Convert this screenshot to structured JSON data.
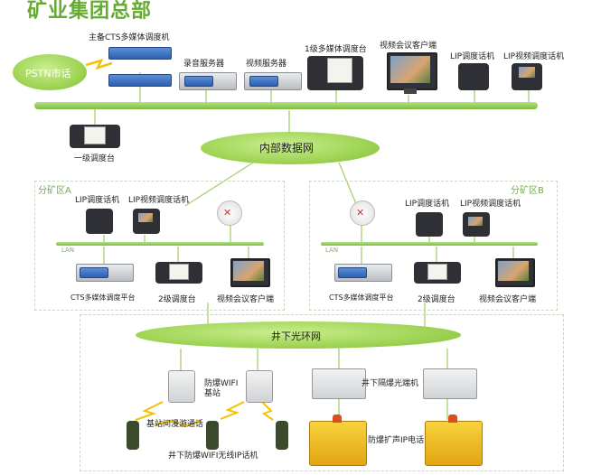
{
  "title": "矿业集团总部",
  "cloud_pstn": "PSTN市话",
  "top_labels": {
    "cts_main": "主备CTS多媒体调度机",
    "recording_server": "录音服务器",
    "video_server": "视频服务器",
    "console_level1": "1级多媒体调度台",
    "video_client": "视频会议客户端",
    "lip_phone": "LIP调度话机",
    "lip_video_phone": "LIP视频调度话机",
    "console_level1_small": "一级调度台"
  },
  "internal_network": "内部数据网",
  "zone_a": {
    "label": "分矿区A",
    "lip_phone": "LIP调度话机",
    "lip_video_phone": "LIP视频调度话机",
    "lan": "LAN",
    "cts": "CTS多媒体调度平台",
    "console2": "2级调度台",
    "video_client": "视频会议客户端"
  },
  "zone_b": {
    "label": "分矿区B",
    "lip_phone": "LIP调度话机",
    "lip_video_phone": "LIP视频调度话机",
    "lan": "LAN",
    "cts": "CTS多媒体调度平台",
    "console2": "2级调度台",
    "video_client": "视频会议客户端"
  },
  "underground_ring": "井下光环网",
  "underground": {
    "wifi_base": "防爆WIFI\n基站",
    "roaming": "基站间漫游通话",
    "wifi_phone": "井下防爆WIFI无线IP话机",
    "optical": "井下隔爆光端机",
    "ip_phone": "防爆扩声IP电话"
  },
  "colors": {
    "accent_green": "#7cbd3a",
    "title_green": "#66aa33",
    "device_blue": "#2d5fae"
  }
}
